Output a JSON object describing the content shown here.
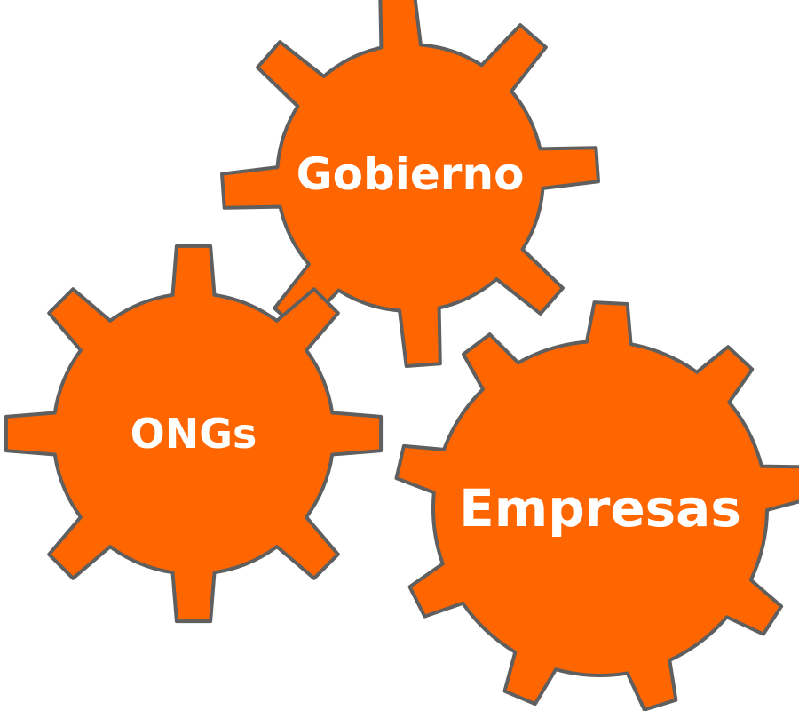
{
  "colors": {
    "gear_fill": "#ff6600",
    "gear_stroke": "#5f5f5f",
    "label_text": "#ffffff"
  },
  "gears": [
    {
      "id": "gobierno",
      "label": "Gobierno",
      "teeth": 8
    },
    {
      "id": "ongs",
      "label": "ONGs",
      "teeth": 8
    },
    {
      "id": "empresas",
      "label": "Empresas",
      "teeth": 9
    }
  ]
}
